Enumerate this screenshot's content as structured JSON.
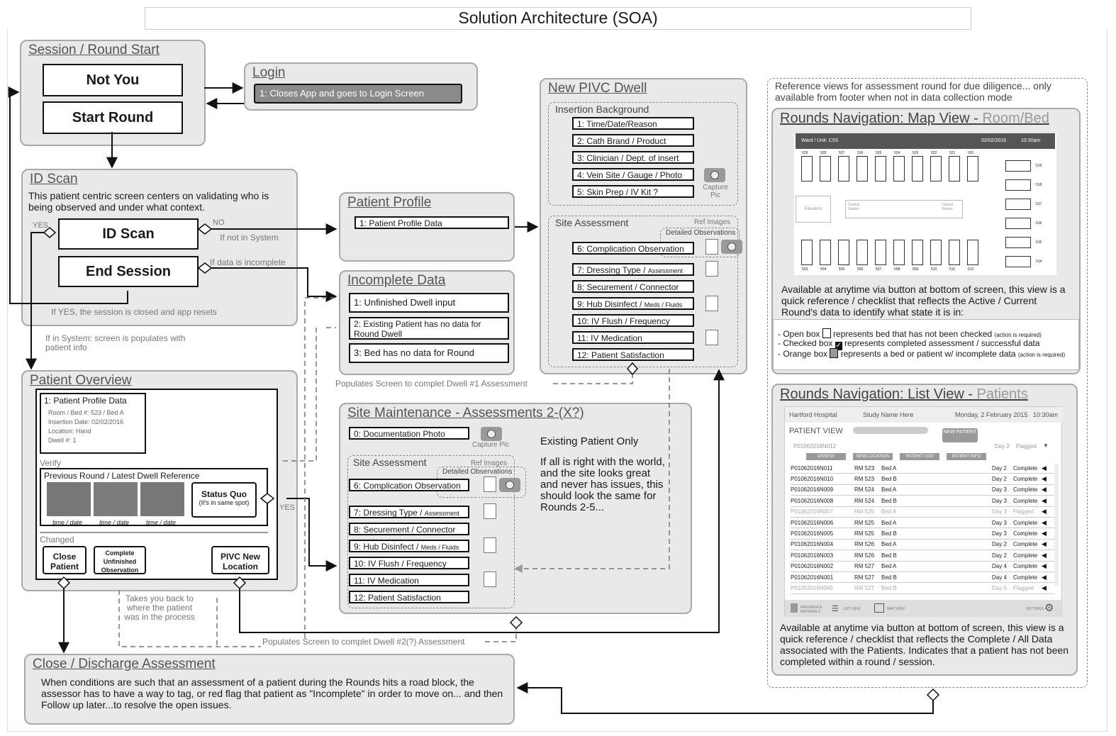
{
  "title": "Solution Architecture (SOA)",
  "session": {
    "title": "Session / Round Start",
    "not_you": "Not You",
    "start_round": "Start Round"
  },
  "login": {
    "title": "Login",
    "item": "1: Closes App and goes to Login Screen"
  },
  "id_scan": {
    "title": "ID Scan",
    "desc": "This patient centric screen centers on validating who is being observed and under what context.",
    "scan_btn": "ID Scan",
    "end_btn": "End Session",
    "yes": "YES",
    "no": "NO",
    "not_in_system": "If not in System",
    "data_incomplete": "If data is incomplete",
    "session_closed": "If YES, the session is closed and app resets",
    "in_system": "If in System: screen is populates with patient info"
  },
  "patient_profile": {
    "title": "Patient Profile",
    "item": "1: Patient Profile Data"
  },
  "incomplete": {
    "title": "Incomplete Data",
    "items": [
      "1: Unfinished Dwell input",
      "2: Existing Patient has no data for Round Dwell",
      "3: Bed has no data for Round"
    ],
    "populates": "Populates Screen to complet Dwell #1 Assessment"
  },
  "new_pivc": {
    "title": "New PIVC Dwell",
    "insertion_bg": "Insertion Background",
    "items": [
      "1: Time/Date/Reason",
      "2: Cath Brand / Product",
      "3: Clinician / Dept. of insert",
      "4: Vein Site / Gauge / Photo",
      "5: Skin Prep / IV Kit ?"
    ],
    "capture_pic": "Capture Pic",
    "site_assessment": "Site Assessment",
    "ref_images": "Ref Images",
    "detailed_obs": "Detailed Observations",
    "site_items": [
      {
        "main": "6: Complication Observation",
        "sub": ""
      },
      {
        "main": "7: Dressing Type / ",
        "sub": "Assessment"
      },
      {
        "main": "8: Securement / Connector",
        "sub": ""
      },
      {
        "main": "9: Hub Disinfect / ",
        "sub": "Meds / Fluids"
      },
      {
        "main": "10: IV Flush / Frequency",
        "sub": ""
      },
      {
        "main": "11: IV Medication",
        "sub": ""
      },
      {
        "main": "12: Patient Satisfaction",
        "sub": ""
      }
    ]
  },
  "reference": {
    "note": "Reference views for assessment round for due diligence... only available from footer when not in data collection mode",
    "map_title_a": "Rounds Navigation: Map View - ",
    "map_title_b": "Room/Bed",
    "map_header_ward": "Ward / Unit: C5S",
    "map_header_date": "02/02/2016",
    "map_header_time": "10:30am",
    "top_rooms": [
      "529",
      "528",
      "527",
      "526",
      "525",
      "524",
      "523",
      "522",
      "521",
      "520"
    ],
    "bottom_rooms": [
      "503",
      "504",
      "505",
      "506",
      "507",
      "508",
      "509",
      "510",
      "511",
      "512"
    ],
    "side_rooms": [
      "519",
      "518",
      "517",
      "516",
      "515",
      "514"
    ],
    "elevators": "Elevators",
    "central_station": "Central Station",
    "map_desc": "Available at anytime via button at bottom of screen, this view is a quick reference / checklist that reflects the Active / Current Round's data to identify what state it is in:",
    "legend": [
      {
        "a": "- Open box ",
        "b": " represents bed that has not been checked ",
        "c": "(action is required)"
      },
      {
        "a": "- Checked box ",
        "b": " represents completed assessment / successful data",
        "c": ""
      },
      {
        "a": "- Orange box ",
        "b": " represents a bed or patient w/ incomplete data ",
        "c": "(action is required)"
      }
    ],
    "list_title_a": "Rounds Navigation: List View - ",
    "list_title_b": "Patients",
    "list_hospital": "Hartford Hospital",
    "list_study": "Study Name Here",
    "list_date": "Monday, 2 February 2015",
    "list_time": "10:30am",
    "patient_view": "PATIENT VIEW",
    "new_patient": "NEW PATIENT",
    "selected_id": "P01062016N012",
    "selected_day": "Day 2",
    "selected_status": "Flagged",
    "tabs": [
      "ASSESS",
      "NEW LOCATION",
      "PATIENT LOG",
      "PATIENT INFO"
    ],
    "rows": [
      {
        "id": "P01062016N011",
        "rm": "RM 523",
        "bed": "Bed A",
        "day": "Day 2",
        "status": "Complete",
        "dim": false
      },
      {
        "id": "P01062016N010",
        "rm": "RM 523",
        "bed": "Bed B",
        "day": "Day 2",
        "status": "Complete",
        "dim": false
      },
      {
        "id": "P01062016N009",
        "rm": "RM 524",
        "bed": "Bed A",
        "day": "Day 3",
        "status": "Complete",
        "dim": false
      },
      {
        "id": "P01062016N008",
        "rm": "RM 524",
        "bed": "Bed B",
        "day": "Day 3",
        "status": "Complete",
        "dim": false
      },
      {
        "id": "P01062016N007",
        "rm": "RM 525",
        "bed": "Bed A",
        "day": "Day 3",
        "status": "Flagged",
        "dim": true
      },
      {
        "id": "P01062016N006",
        "rm": "RM 525",
        "bed": "Bed A",
        "day": "Day 3",
        "status": "Complete",
        "dim": false
      },
      {
        "id": "P01062016N005",
        "rm": "RM 525",
        "bed": "Bed B",
        "day": "Day 3",
        "status": "Complete",
        "dim": false
      },
      {
        "id": "P01062016N004",
        "rm": "RM 526",
        "bed": "Bed A",
        "day": "Day 2",
        "status": "Complete",
        "dim": false
      },
      {
        "id": "P01062016N003",
        "rm": "RM 526",
        "bed": "Bed B",
        "day": "Day 2",
        "status": "Complete",
        "dim": false
      },
      {
        "id": "P01062016N002",
        "rm": "RM 527",
        "bed": "Bed A",
        "day": "Day 4",
        "status": "Complete",
        "dim": false
      },
      {
        "id": "P01062016N001",
        "rm": "RM 527",
        "bed": "Bed B",
        "day": "Day 4",
        "status": "Complete",
        "dim": false
      },
      {
        "id": "P01052016N045",
        "rm": "RM 527",
        "bed": "Bed B",
        "day": "Day 5",
        "status": "Flagged",
        "dim": true
      }
    ],
    "footer": [
      "REFERENCE MATERIALS",
      "LIST VIEW",
      "MAP VIEW",
      "SETTINGS"
    ],
    "list_desc": "Available at anytime via button at bottom of screen, this view is a quick reference / checklist that reflects the Complete / All Data associated with the Patients. Indicates that a patient has not been completed within a round / session."
  },
  "overview": {
    "title": "Patient Overview",
    "profile_title": "1: Patient Profile Data",
    "profile_lines": [
      "Room / Bed #: 523 / Bed A",
      "Insertion Date: 02/02/2016",
      "Location: Hand",
      "Dwell #: 1"
    ],
    "verify": "Verify",
    "prev_round": "Previous Round / Latest Dwell Reference",
    "time_date": "time / date",
    "status_quo": "Status Quo",
    "status_quo_sub": "(It's in same spot)",
    "yes": "YES",
    "changed": "Changed",
    "close_patient": "Close Patient",
    "complete_unfinished": "Complete Unfinished Observation",
    "pivc_new": "PIVC New Location",
    "takes_back": "Takes you back to where the patient was in the process"
  },
  "site_maint": {
    "title": "Site Maintenance - Assessments 2-(X?)",
    "doc_photo": "0: Documentation Photo",
    "capture_pic": "Capture Pic",
    "site_assessment": "Site Assessment",
    "ref_images": "Ref Images",
    "detailed_obs": "Detailed Observations",
    "items": [
      {
        "main": "6: Complication Observation",
        "sub": ""
      },
      {
        "main": "7: Dressing Type / ",
        "sub": "Assessment"
      },
      {
        "main": "8: Securement / Connector",
        "sub": ""
      },
      {
        "main": "9: Hub Disinfect / ",
        "sub": "Meds / Fluids"
      },
      {
        "main": "10: IV Flush / Frequency",
        "sub": ""
      },
      {
        "main": "11: IV Medication",
        "sub": ""
      },
      {
        "main": "12: Patient Satisfaction",
        "sub": ""
      }
    ],
    "existing_only": "Existing Patient Only",
    "existing_desc": "If all is right with the world, and the site looks great and never has issues, this should look the same for Rounds 2-5...",
    "populates": "Populates Screen to complet Dwell #2(?) Assessment"
  },
  "discharge": {
    "title": "Close / Discharge Assessment",
    "desc": "When conditions are such that an assessment of a patient during the Rounds hits a road block, the assessor has to have a way to tag, or red flag that patient as \"Incomplete\" in order to move on... and then Follow up later...to resolve the open issues."
  }
}
